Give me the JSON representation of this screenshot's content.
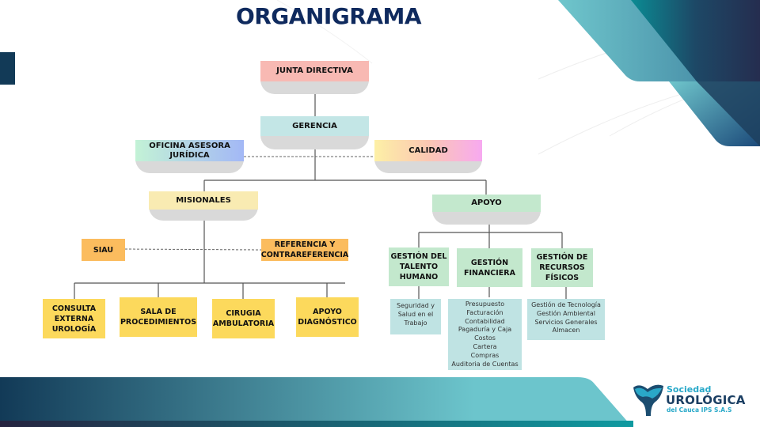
{
  "title": "ORGANIGRAMA",
  "colors": {
    "title": "#0f2a5e",
    "junta": "#f8b9b3",
    "gerencia": "#c3e6e6",
    "misionales": "#f9ebb2",
    "apoyo": "#c3e8cd",
    "orange": "#fbbc5e",
    "yellow": "#fcd95c",
    "green": "#c3e8cd",
    "teal_sub": "#bfe3e3"
  },
  "nodes": {
    "junta_directiva": "JUNTA DIRECTIVA",
    "gerencia": "GERENCIA",
    "oficina_asesora": [
      "OFICINA ASESORA",
      "JURÍDICA"
    ],
    "calidad": "CALIDAD",
    "misionales": "MISIONALES",
    "apoyo": "APOYO",
    "siau": "SIAU",
    "referencia": [
      "REFERENCIA Y",
      "CONTRAREFERENCIA"
    ],
    "misionales_children": [
      [
        "CONSULTA",
        "EXTERNA",
        "UROLOGÍA"
      ],
      [
        "SALA DE",
        "PROCEDIMIENTOS"
      ],
      [
        "CIRUGIA",
        "AMBULATORIA"
      ],
      [
        "APOYO",
        "DIAGNÓSTICO"
      ]
    ],
    "apoyo_children": [
      {
        "label": [
          "GESTIÓN DEL",
          "TALENTO",
          "HUMANO"
        ],
        "items": [
          "Seguridad y",
          "Salud en el",
          "Trabajo"
        ]
      },
      {
        "label": [
          "GESTIÓN",
          "FINANCIERA"
        ],
        "items": [
          "Presupuesto",
          "Facturación",
          "Contabilidad",
          "Pagaduría y Caja",
          "Costos",
          "Cartera",
          "Compras",
          "Auditoria de Cuentas"
        ]
      },
      {
        "label": [
          "GESTIÓN DE",
          "RECURSOS",
          "FÍSICOS"
        ],
        "items": [
          "Gestión de Tecnología",
          "Gestión Ambiental",
          "Servicios Generales",
          "Almacen"
        ]
      }
    ]
  },
  "logo": {
    "line1": "Sociedad",
    "line2": "UROLÓGICA",
    "line3": "del Cauca IPS S.A.S"
  }
}
